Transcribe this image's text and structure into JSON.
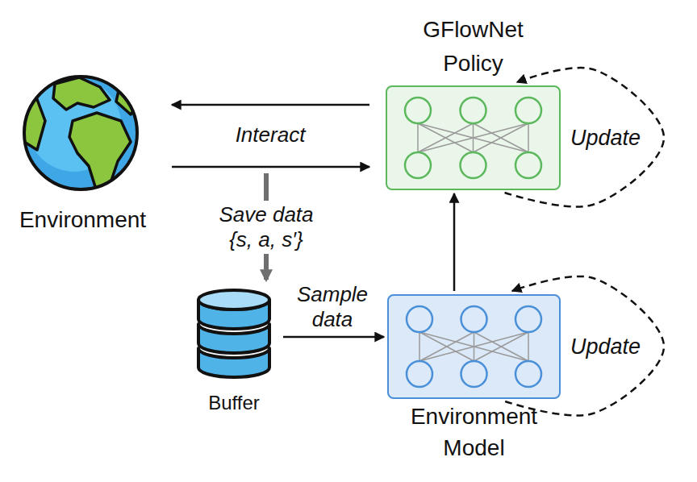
{
  "diagram": {
    "nodes": [
      {
        "text": [
          "Environment"
        ]
      },
      {
        "text": [
          "GFlowNet Policy"
        ]
      },
      {
        "text": [
          "Buffer"
        ]
      },
      {
        "text": [
          "Environment Model"
        ]
      }
    ],
    "edges": [
      {
        "from": 1,
        "to": 0,
        "arrow": "to",
        "label": "Interact"
      },
      {
        "from": 0,
        "to": 1,
        "arrow": "to"
      },
      {
        "from": 0,
        "to": 2,
        "arrow": "to",
        "label": "Save data {s, a, s′}"
      },
      {
        "from": 2,
        "to": 3,
        "arrow": "to",
        "label": "Sample data"
      },
      {
        "from": 3,
        "to": 1,
        "arrow": "to"
      },
      {
        "from": 1,
        "to": 1,
        "arrow": "to",
        "label": "Update"
      },
      {
        "from": 3,
        "to": 3,
        "arrow": "to",
        "label": "Update"
      }
    ]
  }
}
